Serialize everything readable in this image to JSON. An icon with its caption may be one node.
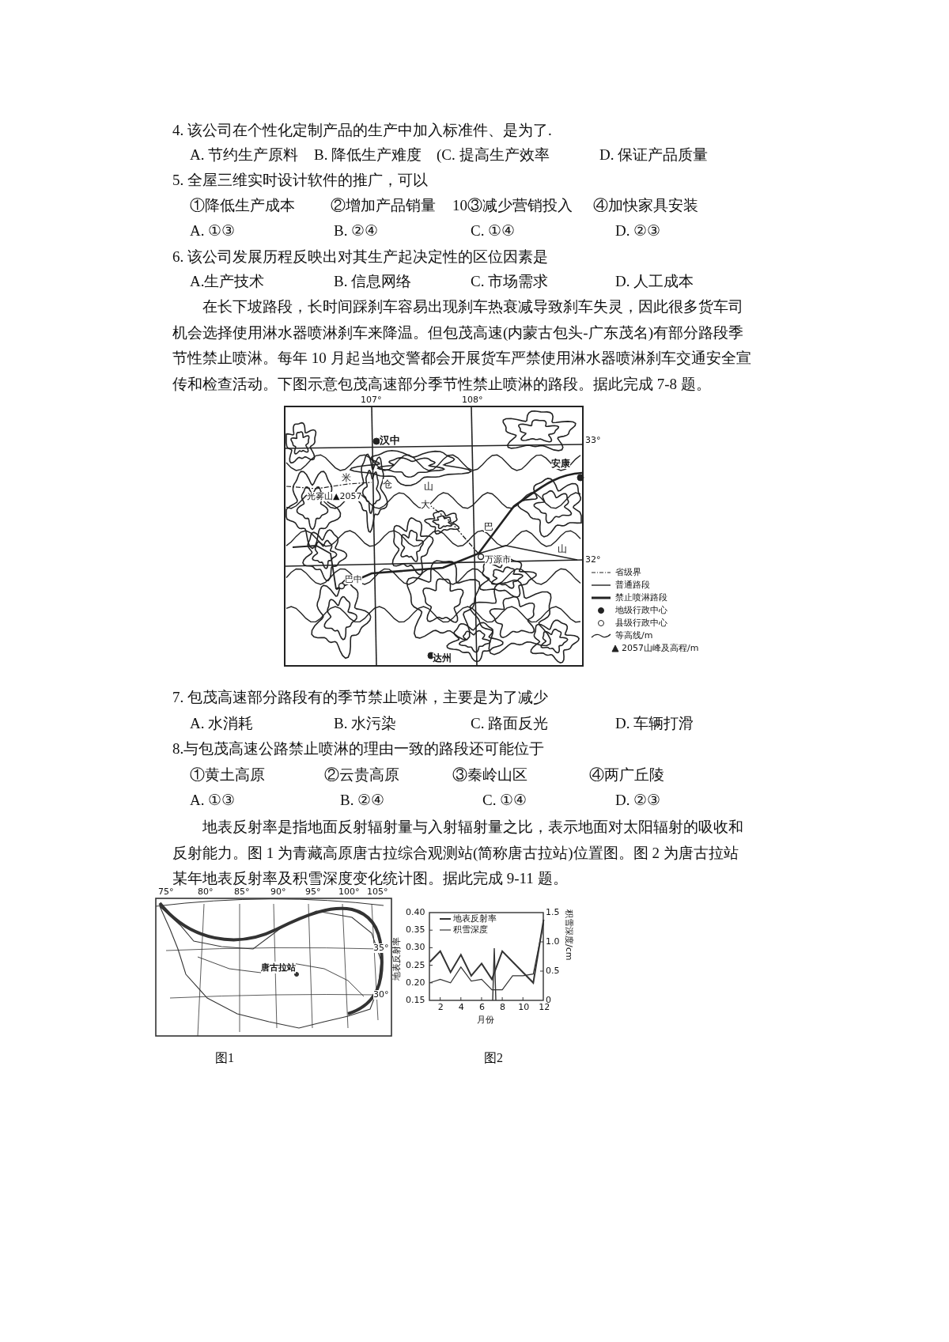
{
  "diagram": {
    "labels": [
      "4. 该公司在个性化定制产品的生产中加入标准件、是为了.",
      "A. 节约生产原料",
      "B. 降低生产难度",
      "(C. 提高生产效率",
      "D. 保证产品质量",
      "5. 全屋三维实时设计软件的推广，可以",
      "①降低生产成本",
      "②增加产品销量",
      "10③减少营销投入",
      "④加快家具安装",
      "A. ①③",
      "B. ②④",
      "C. ①④",
      "D. ②③",
      "6. 该公司发展历程反映出对其生产起决定性的区位因素是",
      "A.生产技术",
      "B. 信息网络",
      "C. 市场需求",
      "D. 人工成本",
      "在长下坡路段，长时间踩刹车容易出现刹车热衰减导致刹车失灵，因此很多货车司机会选择使用淋水器喷淋刹车来降温。但包茂高速(内蒙古包头-广东茂名)有部分路段季节性禁止喷淋。每年 10 月起当地交警都会开展货车严禁使用淋水器喷淋刹车交通安全宣传和检查活动。下图示意包茂高速部分季节性禁止喷淋的路段。据此完成 7-8 题。",
      "107°",
      "108°",
      "33°",
      "32°",
      "汉中",
      "安康",
      "米",
      "仓",
      "山",
      "光雾山▲2057",
      "大",
      "巴",
      "山",
      "万源市",
      "巴中",
      "达州",
      "7. 包茂高速部分路段有的季节禁止喷淋，主要是为了减少",
      "A. 水消耗",
      "B. 水污染",
      "C. 路面反光",
      "D. 车辆打滑",
      "8.与包茂高速公路禁止喷淋的理由一致的路段还可能位于",
      "①黄土高原",
      "②云贵高原",
      "③秦岭山区",
      "④两广丘陵",
      "A. ①③",
      "B. ②④",
      "C. ①④",
      "D. ②③",
      "地表反射率是指地面反射辐射量与入射辐射量之比，表示地面对太阳辐射的吸收和反射能力。图 1 为青藏高原唐古拉综合观测站(简称唐古拉站)位置图。图 2 为唐古拉站某年地表反射率及积雪深度变化统计图。据此完成 9-11 题。",
      "75°",
      "80°",
      "85°",
      "90°",
      "95°",
      "100°",
      "105°",
      "35°",
      "30°",
      "唐古拉站",
      "0.40",
      "0.35",
      "0.30",
      "0.25",
      "0.20",
      "0.15",
      "地表反射率",
      "1.5",
      "1.0",
      "0.5",
      "0",
      "积雪深度/cm",
      "2",
      "4",
      "6",
      "8",
      "10",
      "12",
      "月份",
      "图1",
      "图2"
    ],
    "legend": [
      {
        "text": "省级界"
      },
      {
        "text": "普通路段"
      },
      {
        "text": "禁止喷淋路段"
      },
      {
        "text": "地级行政中心"
      },
      {
        "text": "县级行政中心"
      },
      {
        "text": "等高线/m"
      },
      {
        "text": "2057山峰及高程/m"
      },
      {
        "text": "地表反射率"
      },
      {
        "text": "积雪深度"
      }
    ]
  }
}
